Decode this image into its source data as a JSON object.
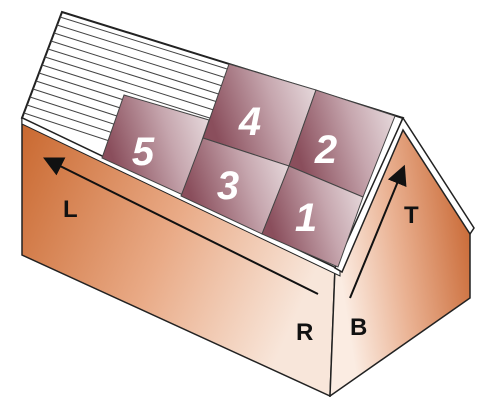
{
  "panels": [
    {
      "number": "1"
    },
    {
      "number": "2"
    },
    {
      "number": "3"
    },
    {
      "number": "4"
    },
    {
      "number": "5"
    }
  ],
  "labels": {
    "left": "L",
    "right": "R",
    "bottom": "B",
    "top": "T"
  },
  "colors": {
    "wall_dark": "#c9682f",
    "wall_light": "#f6dccc",
    "panel_dark": "#8a4e5c",
    "panel_light": "#e9dde0",
    "roof": "#ffffff",
    "outline": "#222222"
  }
}
